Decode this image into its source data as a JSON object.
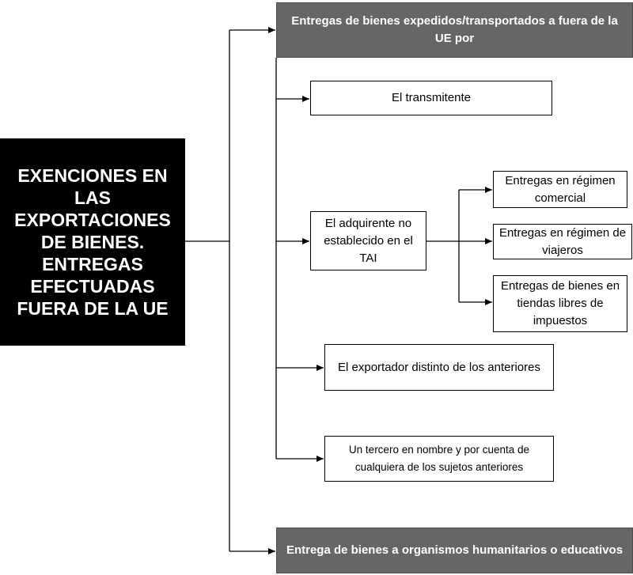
{
  "diagram": {
    "root": "EXENCIONES EN LAS EXPORTACIONES DE BIENES. ENTREGAS EFECTUADAS FUERA DE LA UE",
    "branch_top": "Entregas de bienes expedidos/transportados a fuera de la UE por",
    "branch_bottom": "Entrega de bienes a organismos humanitarios o educativos",
    "children": {
      "transmitente": "El transmitente",
      "adquirente": "El adquirente no establecido en el TAI",
      "exportador": "El exportador distinto de los anteriores",
      "tercero": "Un tercero en nombre y por cuenta de cualquiera de los sujetos anteriores"
    },
    "adquirente_children": {
      "comercial": "Entregas en régimen comercial",
      "viajeros": "Entregas en régimen de viajeros",
      "tiendas": "Entregas de bienes en tiendas libres de impuestos"
    }
  }
}
